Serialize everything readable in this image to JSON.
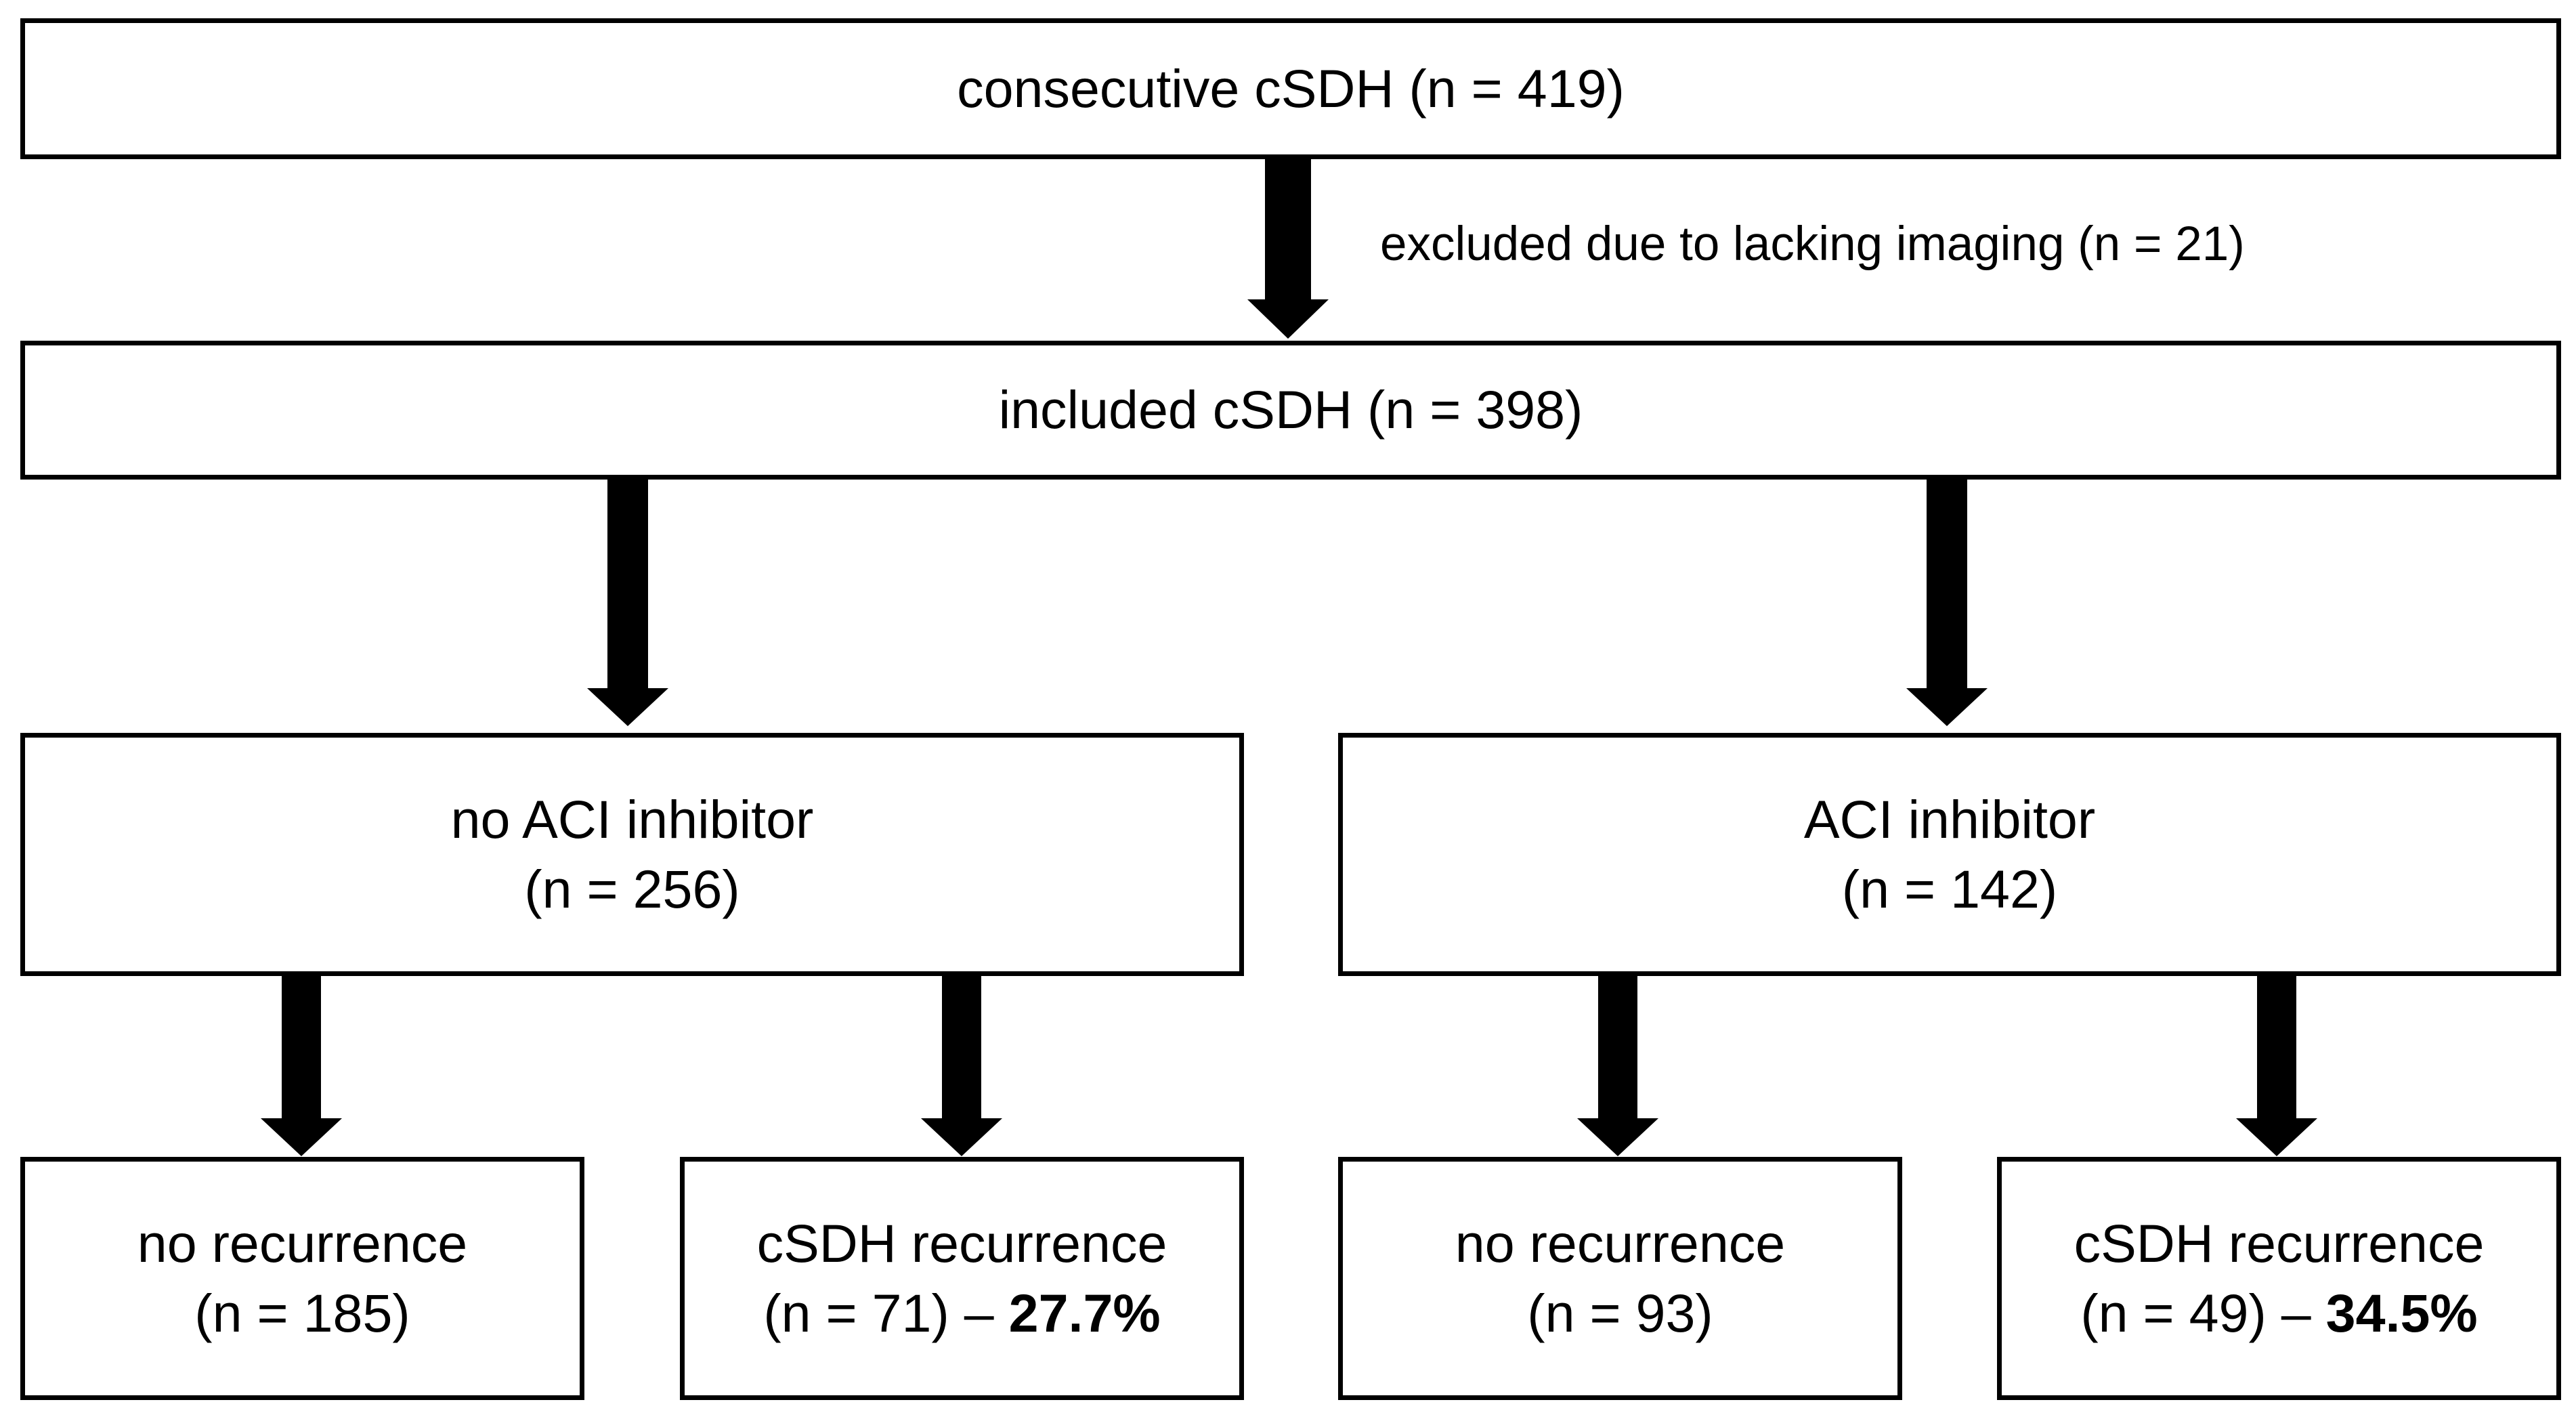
{
  "top": {
    "text": "consecutive cSDH (n = 419)"
  },
  "exclusion": {
    "text": "excluded due to lacking imaging (n = 21)"
  },
  "included": {
    "text": "included cSDH (n = 398)"
  },
  "groups": [
    {
      "title": "no ACI inhibitor",
      "count": "(n = 256)",
      "outcomes": [
        {
          "title": "no recurrence",
          "count": "(n = 185)"
        },
        {
          "title": "cSDH recurrence",
          "count": "(n = 71) – ",
          "rate": "27.7%"
        }
      ]
    },
    {
      "title": "ACI inhibitor",
      "count": "(n = 142)",
      "outcomes": [
        {
          "title": "no recurrence",
          "count": "(n = 93)"
        },
        {
          "title": "cSDH recurrence",
          "count": "(n = 49) – ",
          "rate": "34.5%"
        }
      ]
    }
  ]
}
